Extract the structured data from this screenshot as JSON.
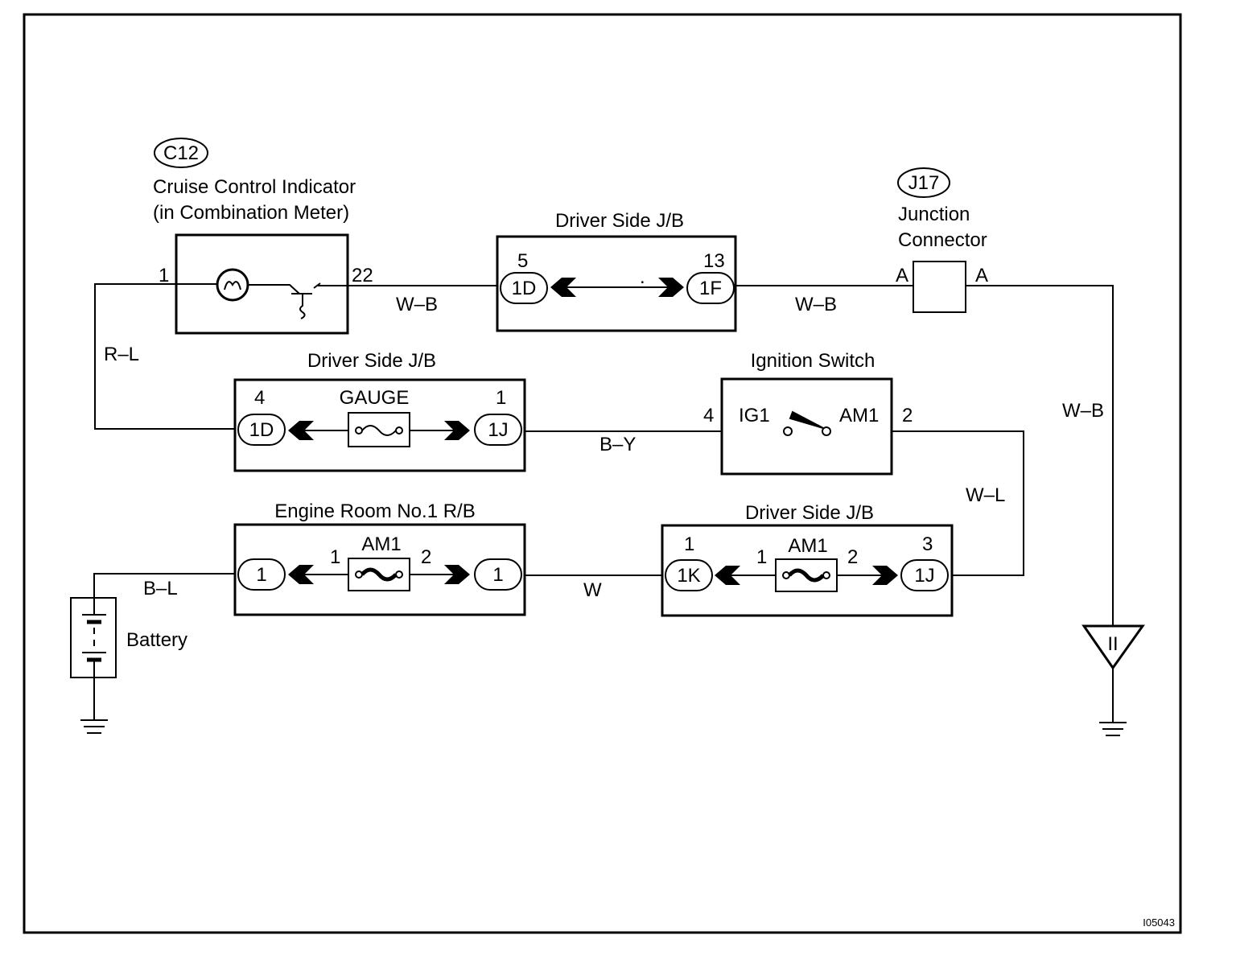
{
  "frame_id": "I05043",
  "c12": {
    "code": "C12",
    "name_line1": "Cruise Control Indicator",
    "name_line2": "(in Combination Meter)",
    "pin_left": "1",
    "pin_right": "22"
  },
  "jb_top": {
    "title": "Driver Side J/B",
    "left_pin": "5",
    "left_conn": "1D",
    "right_pin": "13",
    "right_conn": "1F",
    "center_dot": "."
  },
  "j17": {
    "code": "J17",
    "name_line1": "Junction",
    "name_line2": "Connector",
    "pin_left": "A",
    "pin_right": "A"
  },
  "jb_middle": {
    "title": "Driver Side J/B",
    "left_pin": "4",
    "left_conn": "1D",
    "fuse": "GAUGE",
    "right_pin": "1",
    "right_conn": "1J"
  },
  "ignition": {
    "title": "Ignition Switch",
    "pin_left": "4",
    "term_left": "IG1",
    "term_right": "AM1",
    "pin_right": "2"
  },
  "engine_rb": {
    "title": "Engine Room No.1 R/B",
    "left_conn": "1",
    "fuse": "AM1",
    "fuse_pin_left": "1",
    "fuse_pin_right": "2",
    "right_conn": "1"
  },
  "jb_bottom": {
    "title": "Driver Side J/B",
    "left_pin": "1",
    "left_conn": "1K",
    "fuse": "AM1",
    "fuse_pin_left": "1",
    "fuse_pin_right": "2",
    "right_pin": "3",
    "right_conn": "1J"
  },
  "battery": {
    "label": "Battery"
  },
  "ground_symbol": {
    "label": "II"
  },
  "wires": {
    "r_l": "R–L",
    "w_b_1": "W–B",
    "w_b_2": "W–B",
    "w_b_3": "W–B",
    "b_y": "B–Y",
    "w_l": "W–L",
    "w": "W",
    "b_l": "B–L"
  }
}
